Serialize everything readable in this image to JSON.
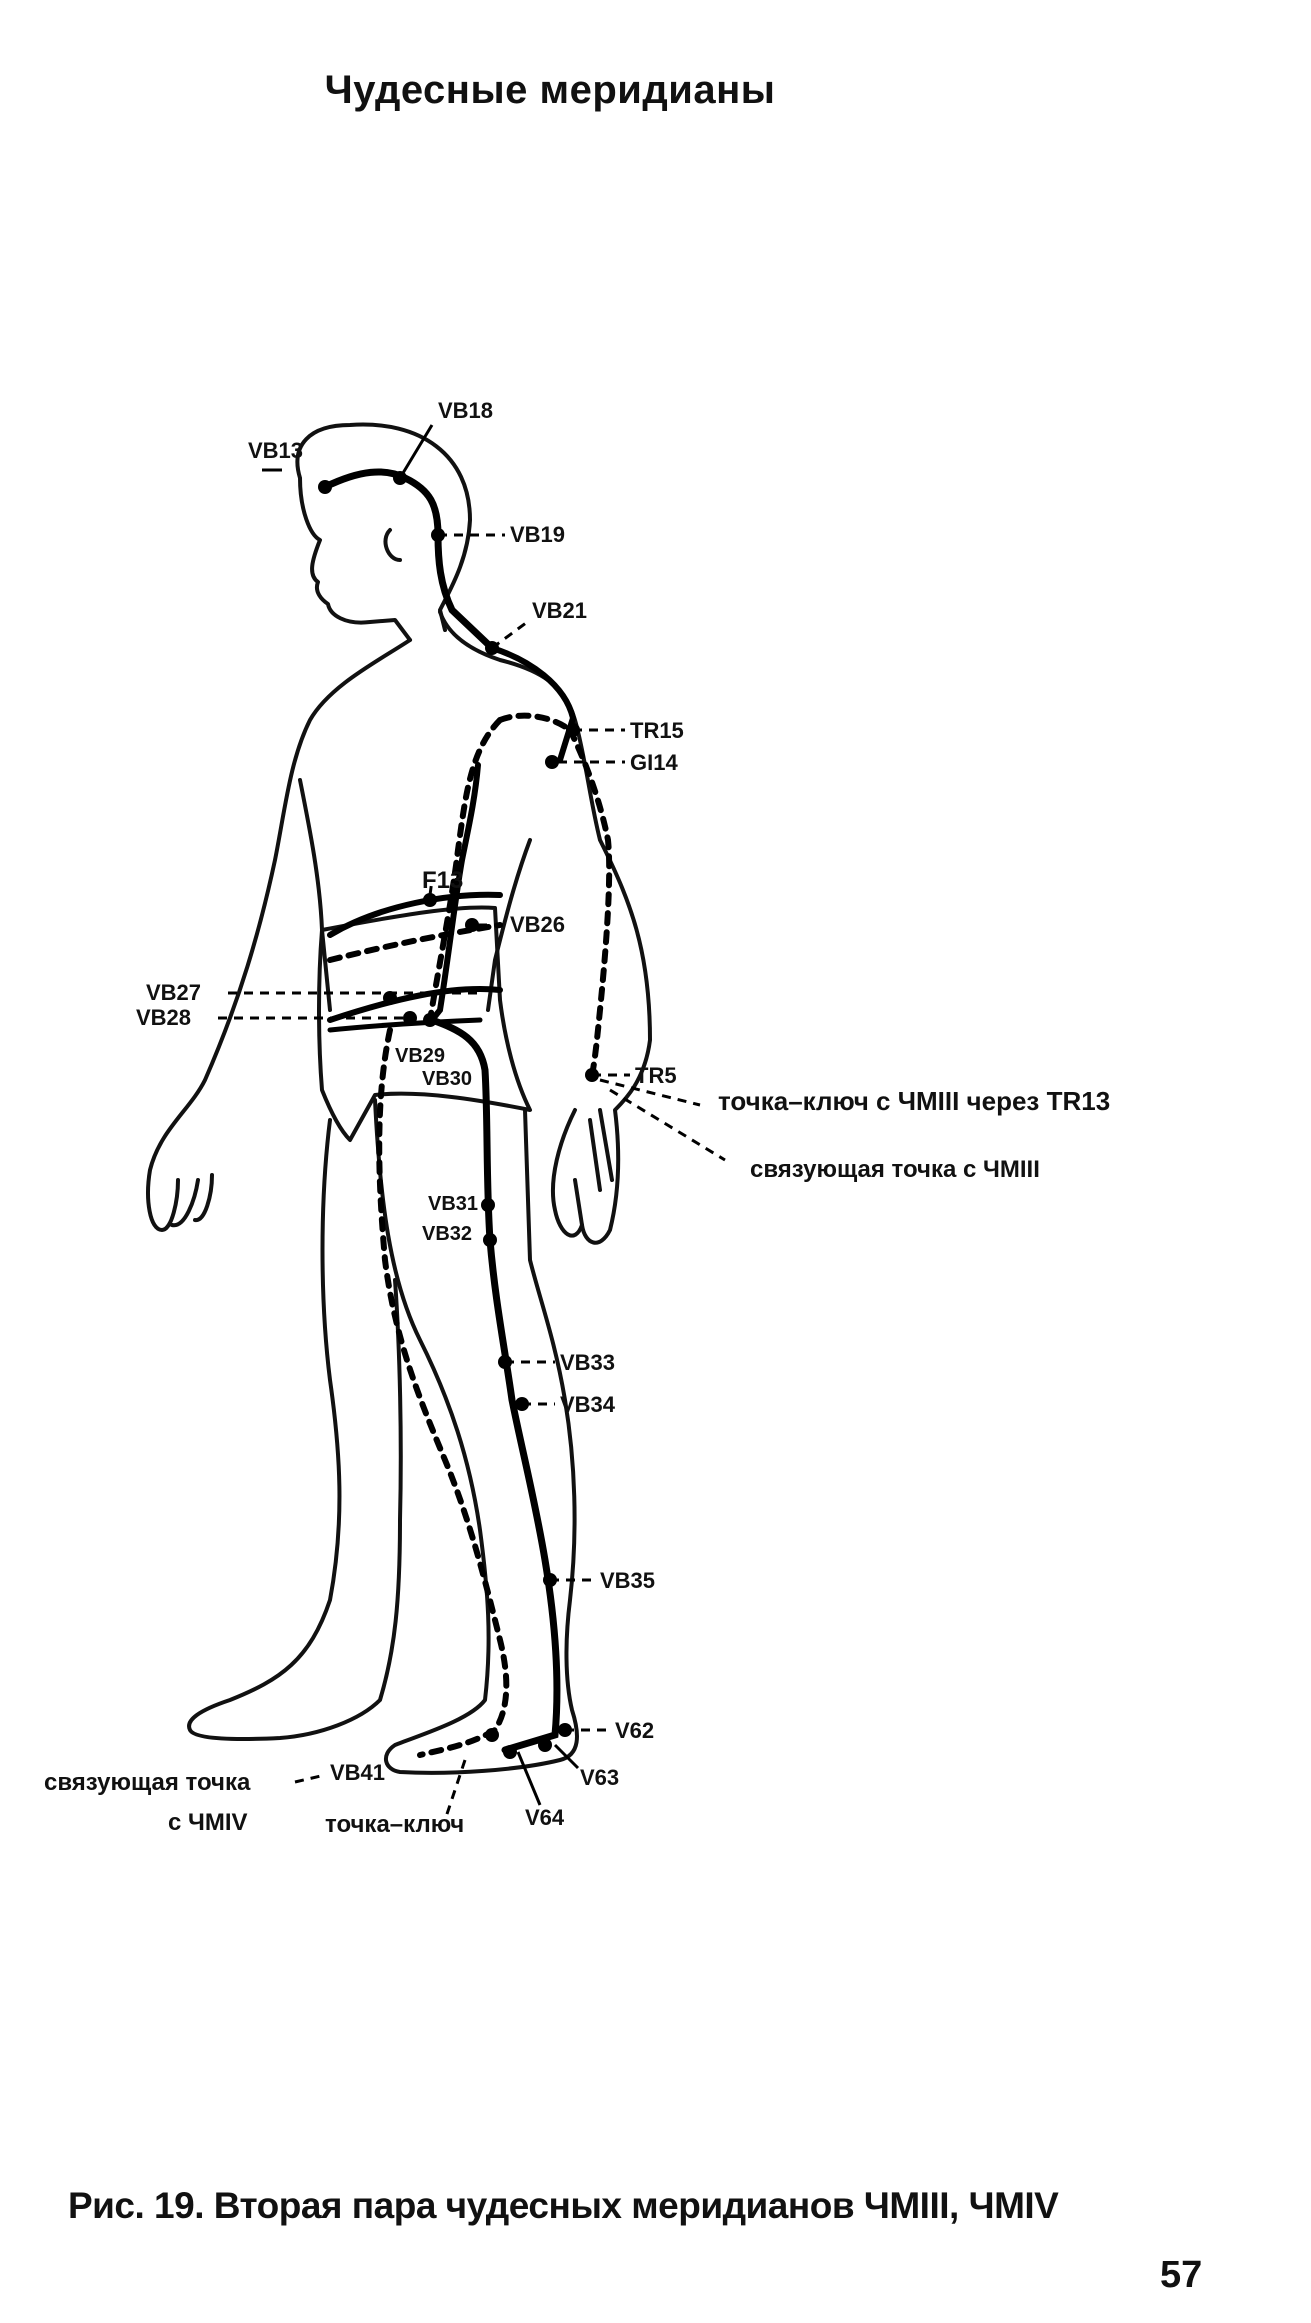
{
  "header": {
    "title": "Чудесные меридианы"
  },
  "figure": {
    "points": {
      "vb13": "VB13",
      "vb18": "VB18",
      "vb19": "VB19",
      "vb21": "VB21",
      "tr15": "TR15",
      "gi14": "GI14",
      "f13": "F13",
      "vb26": "VB26",
      "vb27": "VB27",
      "vb28": "VB28",
      "vb29": "VB29",
      "vb30": "VB30",
      "tr5": "TR5",
      "vb31": "VB31",
      "vb32": "VB32",
      "vb33": "VB33",
      "vb34": "VB34",
      "vb35": "VB35",
      "v62": "V62",
      "v63": "V63",
      "v64": "V64",
      "vb41": "VB41"
    },
    "annotations": {
      "key_point_tr13": "точка–ключ с ЧМIII через TR13",
      "connecting_point_chm3": "связующая точка с ЧМIII",
      "connecting_point_chm4_line1": "связующая точка",
      "connecting_point_chm4_line2": "с ЧМIV",
      "key_point": "точка–ключ"
    }
  },
  "caption": {
    "text": "Рис. 19. Вторая пара чудесных меридианов ЧМIII, ЧМIV"
  },
  "page": {
    "number": "57"
  }
}
